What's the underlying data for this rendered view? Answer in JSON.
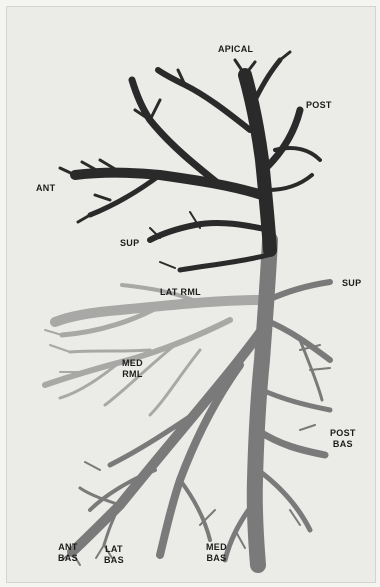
{
  "labels": {
    "apical": "APICAL",
    "post": "POST",
    "ant": "ANT",
    "sup_upper": "SUP",
    "sup_right": "SUP",
    "lat_rml": "LAT RML",
    "med_rml": [
      "MED",
      "RML"
    ],
    "post_bas": [
      "POST",
      "BAS"
    ],
    "ant_bas": [
      "ANT",
      "BAS"
    ],
    "lat_bas": [
      "LAT",
      "BAS"
    ],
    "med_bas": [
      "MED",
      "BAS"
    ]
  },
  "colors": {
    "dark_branches": "#2a2a2a",
    "mid_branches": "#7a7a7a",
    "light_branches": "#a8a8a6",
    "background": "#ebebe7"
  }
}
